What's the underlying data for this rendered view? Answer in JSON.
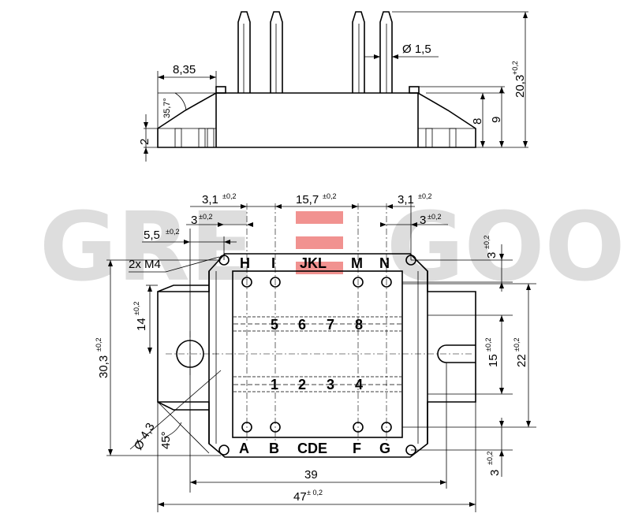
{
  "watermark": {
    "left": "GRE",
    "right": "GOO",
    "accent_color": "#e53935",
    "gray_color": "#dddddd"
  },
  "top_view": {
    "d_835": "8,35",
    "angle_357": "35,7°",
    "d_2": "2",
    "d_pin": "Ø 1,5",
    "d_8": "8",
    "d_9": "9",
    "d_203": "20,3",
    "tol_203": "+0,2"
  },
  "front_view": {
    "d_31a": "3,1",
    "d_31a_tol": "±0,2",
    "d_157": "15,7",
    "d_157_tol": "±0,2",
    "d_31b": "3,1",
    "d_31b_tol": "±0,2",
    "d_3a": "3",
    "d_3a_tol": "±0,2",
    "d_3b": "3",
    "d_3b_tol": "±0,2",
    "d_55": "5,5",
    "d_55_tol": "±0,2",
    "d_3c": "3",
    "d_3c_tol": "±0,2",
    "label_m4": "2x M4",
    "d_14": "14",
    "d_14_tol": "±0,2",
    "d_303": "30,3",
    "d_303_tol": "±0,2",
    "d_43": "Ø 4,3",
    "angle_45": "45°",
    "d_15": "15",
    "d_15_tol": "±0,2",
    "d_22": "22",
    "d_22_tol": "±0,2",
    "d_3d": "3",
    "d_3d_tol": "±0,2",
    "d_39": "39",
    "d_47": "47",
    "d_47_tol": "± 0,2"
  },
  "pins_top": [
    "H",
    "I",
    "JKL",
    "M",
    "N"
  ],
  "pins_bottom": [
    "A",
    "B",
    "CDE",
    "F",
    "G"
  ],
  "cells_top": [
    "5",
    "6",
    "7",
    "8"
  ],
  "cells_bottom": [
    "1",
    "2",
    "3",
    "4"
  ]
}
